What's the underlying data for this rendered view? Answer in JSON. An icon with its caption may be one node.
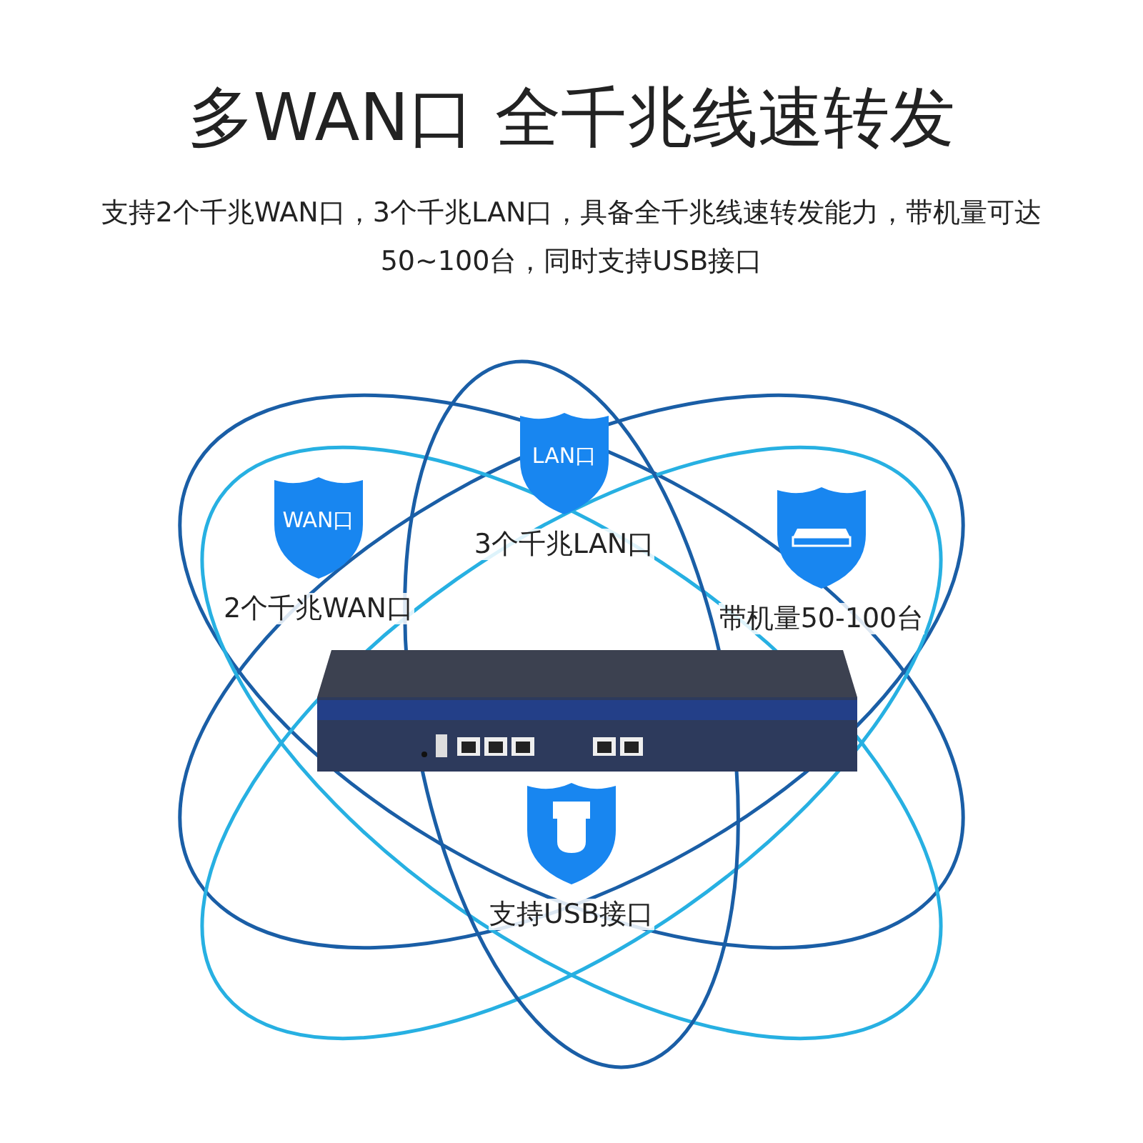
{
  "diagram": {
    "title": "多WAN口 全千兆线速转发",
    "nodes": [
      {
        "text": [
          "WAN口",
          "2个千兆WAN口"
        ]
      },
      {
        "text": [
          "LAN口",
          "3个千兆LAN口"
        ]
      },
      {
        "text": [
          "带机量50-100台"
        ]
      },
      {
        "text": [
          "支持USB接口"
        ]
      }
    ],
    "edges": [],
    "labels": [
      "支持2个千兆WAN口，3个千兆LAN口，具备全千兆线速转发能力，带机量可达50~100台，同时支持USB接口"
    ]
  }
}
